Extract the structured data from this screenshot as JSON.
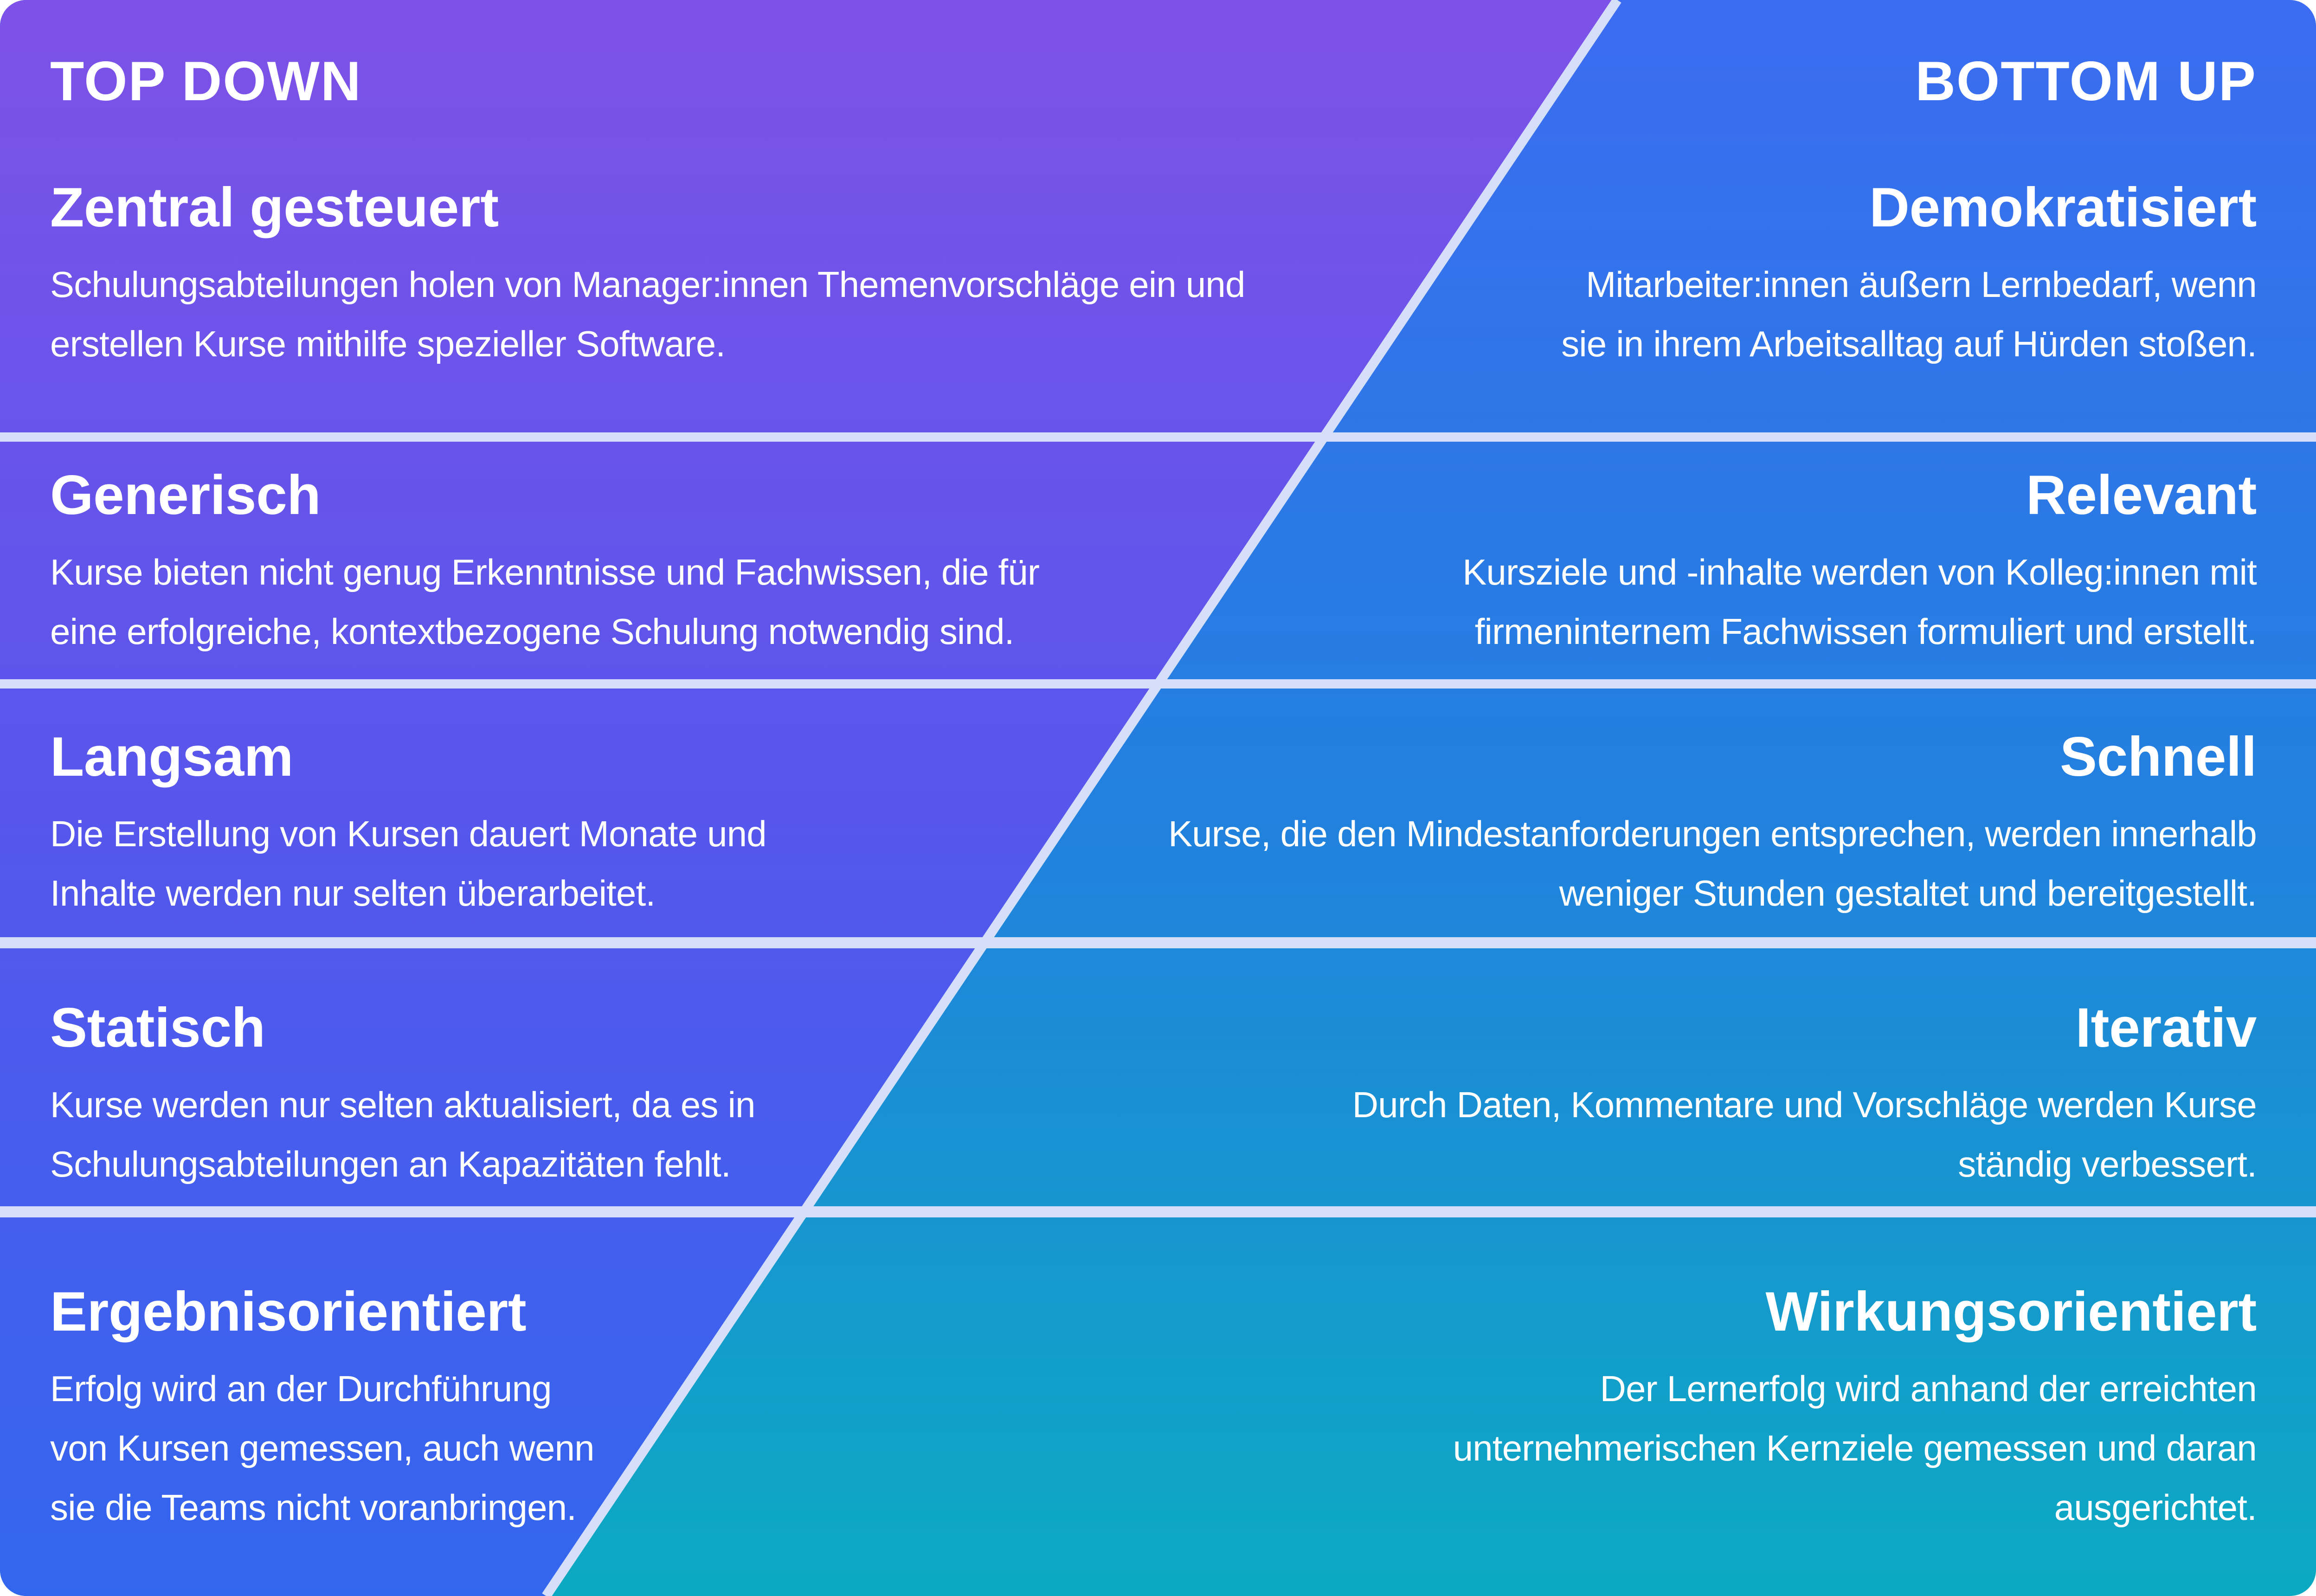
{
  "header": {
    "left": "TOP DOWN",
    "right": "BOTTOM UP"
  },
  "rows": [
    {
      "left": {
        "title": "Zentral gesteuert",
        "lines": [
          "Schulungsabteilungen holen von Manager:innen Themenvorschläge ein und",
          "erstellen Kurse mithilfe spezieller Software."
        ]
      },
      "right": {
        "title": "Demokratisiert",
        "lines": [
          "Mitarbeiter:innen äußern Lernbedarf, wenn",
          "sie in ihrem Arbeitsalltag auf Hürden stoßen."
        ]
      }
    },
    {
      "left": {
        "title": "Generisch",
        "lines": [
          "Kurse bieten nicht genug Erkenntnisse und Fachwissen, die für",
          "eine erfolgreiche, kontextbezogene Schulung notwendig sind."
        ]
      },
      "right": {
        "title": "Relevant",
        "lines": [
          "Kursziele und -inhalte werden von Kolleg:innen mit",
          "firmeninternem Fachwissen formuliert und erstellt."
        ]
      }
    },
    {
      "left": {
        "title": "Langsam",
        "lines": [
          "Die Erstellung von Kursen dauert Monate und",
          "Inhalte werden nur selten überarbeitet."
        ]
      },
      "right": {
        "title": "Schnell",
        "lines": [
          "Kurse, die den Mindestanforderungen entsprechen, werden innerhalb",
          "weniger Stunden gestaltet und bereitgestellt."
        ]
      }
    },
    {
      "left": {
        "title": "Statisch",
        "lines": [
          "Kurse werden nur selten aktualisiert, da es in",
          "Schulungsabteilungen an Kapazitäten fehlt."
        ]
      },
      "right": {
        "title": "Iterativ",
        "lines": [
          "Durch Daten, Kommentare und Vorschläge werden Kurse",
          "ständig verbessert."
        ]
      }
    },
    {
      "left": {
        "title": "Ergebnisorientiert",
        "lines": [
          "Erfolg wird an der Durchführung",
          "von Kursen gemessen, auch wenn",
          "sie die Teams nicht voranbringen."
        ]
      },
      "right": {
        "title": "Wirkungsorientiert",
        "lines": [
          "Der Lernerfolg wird anhand der erreichten",
          "unternehmerischen Kernziele gemessen und daran",
          "ausgerichtet."
        ]
      }
    }
  ],
  "colors": {
    "left_gradient": [
      "#7E52E8",
      "#5756EC",
      "#3366EF"
    ],
    "right_gradient": [
      "#3C6CF1",
      "#2280DF",
      "#0CAAC2"
    ],
    "line": "#D5E0F8",
    "text": "#FFFFFF"
  }
}
